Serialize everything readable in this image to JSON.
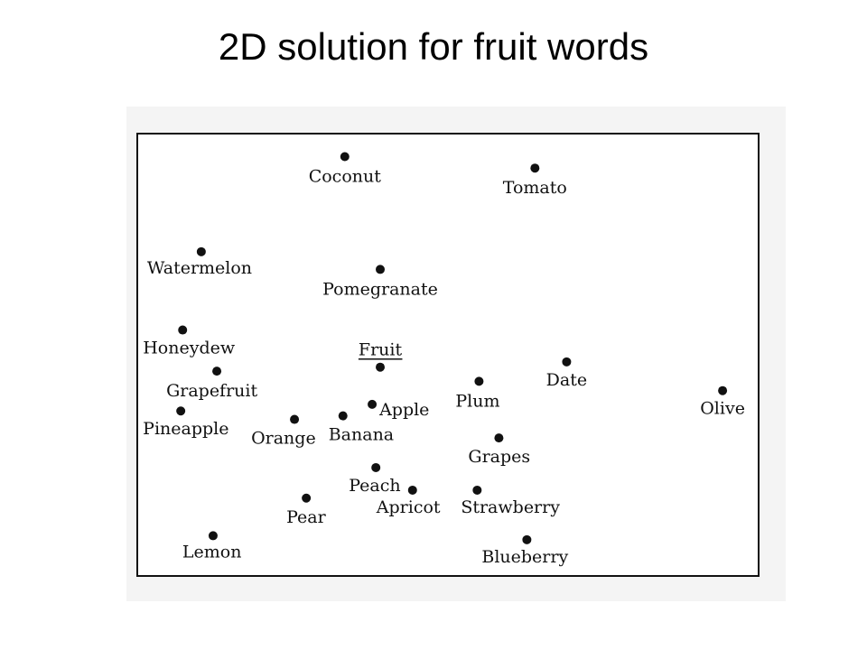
{
  "title": "2D solution for fruit words",
  "chart_data": {
    "type": "scatter",
    "title": "2D solution for fruit words",
    "xlabel": "",
    "ylabel": "",
    "xlim": [
      0,
      100
    ],
    "ylim": [
      0,
      100
    ],
    "grid": false,
    "points": [
      {
        "label": "Coconut",
        "x": 33.4,
        "y": 94.8,
        "underline": false
      },
      {
        "label": "Tomato",
        "x": 64.0,
        "y": 92.2,
        "underline": false
      },
      {
        "label": "Watermelon",
        "x": 10.3,
        "y": 73.3,
        "underline": false
      },
      {
        "label": "Pomegranate",
        "x": 39.1,
        "y": 69.3,
        "underline": false
      },
      {
        "label": "Honeydew",
        "x": 7.3,
        "y": 55.6,
        "underline": false
      },
      {
        "label": "Fruit",
        "x": 39.1,
        "y": 47.2,
        "underline": true
      },
      {
        "label": "Date",
        "x": 69.1,
        "y": 48.4,
        "underline": false
      },
      {
        "label": "Grapefruit",
        "x": 12.8,
        "y": 46.3,
        "underline": false
      },
      {
        "label": "Plum",
        "x": 55.0,
        "y": 44.0,
        "underline": false
      },
      {
        "label": "Olive",
        "x": 94.2,
        "y": 41.9,
        "underline": false
      },
      {
        "label": "Apple",
        "x": 37.8,
        "y": 38.8,
        "underline": false
      },
      {
        "label": "Pineapple",
        "x": 7.0,
        "y": 37.3,
        "underline": false
      },
      {
        "label": "Banana",
        "x": 33.1,
        "y": 36.2,
        "underline": false
      },
      {
        "label": "Orange",
        "x": 25.3,
        "y": 35.4,
        "underline": false
      },
      {
        "label": "Grapes",
        "x": 58.2,
        "y": 31.2,
        "underline": false
      },
      {
        "label": "Peach",
        "x": 38.4,
        "y": 24.5,
        "underline": false
      },
      {
        "label": "Apricot",
        "x": 44.3,
        "y": 19.4,
        "underline": false
      },
      {
        "label": "Strawberry",
        "x": 54.7,
        "y": 19.4,
        "underline": false
      },
      {
        "label": "Pear",
        "x": 27.2,
        "y": 17.6,
        "underline": false
      },
      {
        "label": "Lemon",
        "x": 12.2,
        "y": 9.1,
        "underline": false
      },
      {
        "label": "Blueberry",
        "x": 62.7,
        "y": 8.2,
        "underline": false
      }
    ]
  }
}
